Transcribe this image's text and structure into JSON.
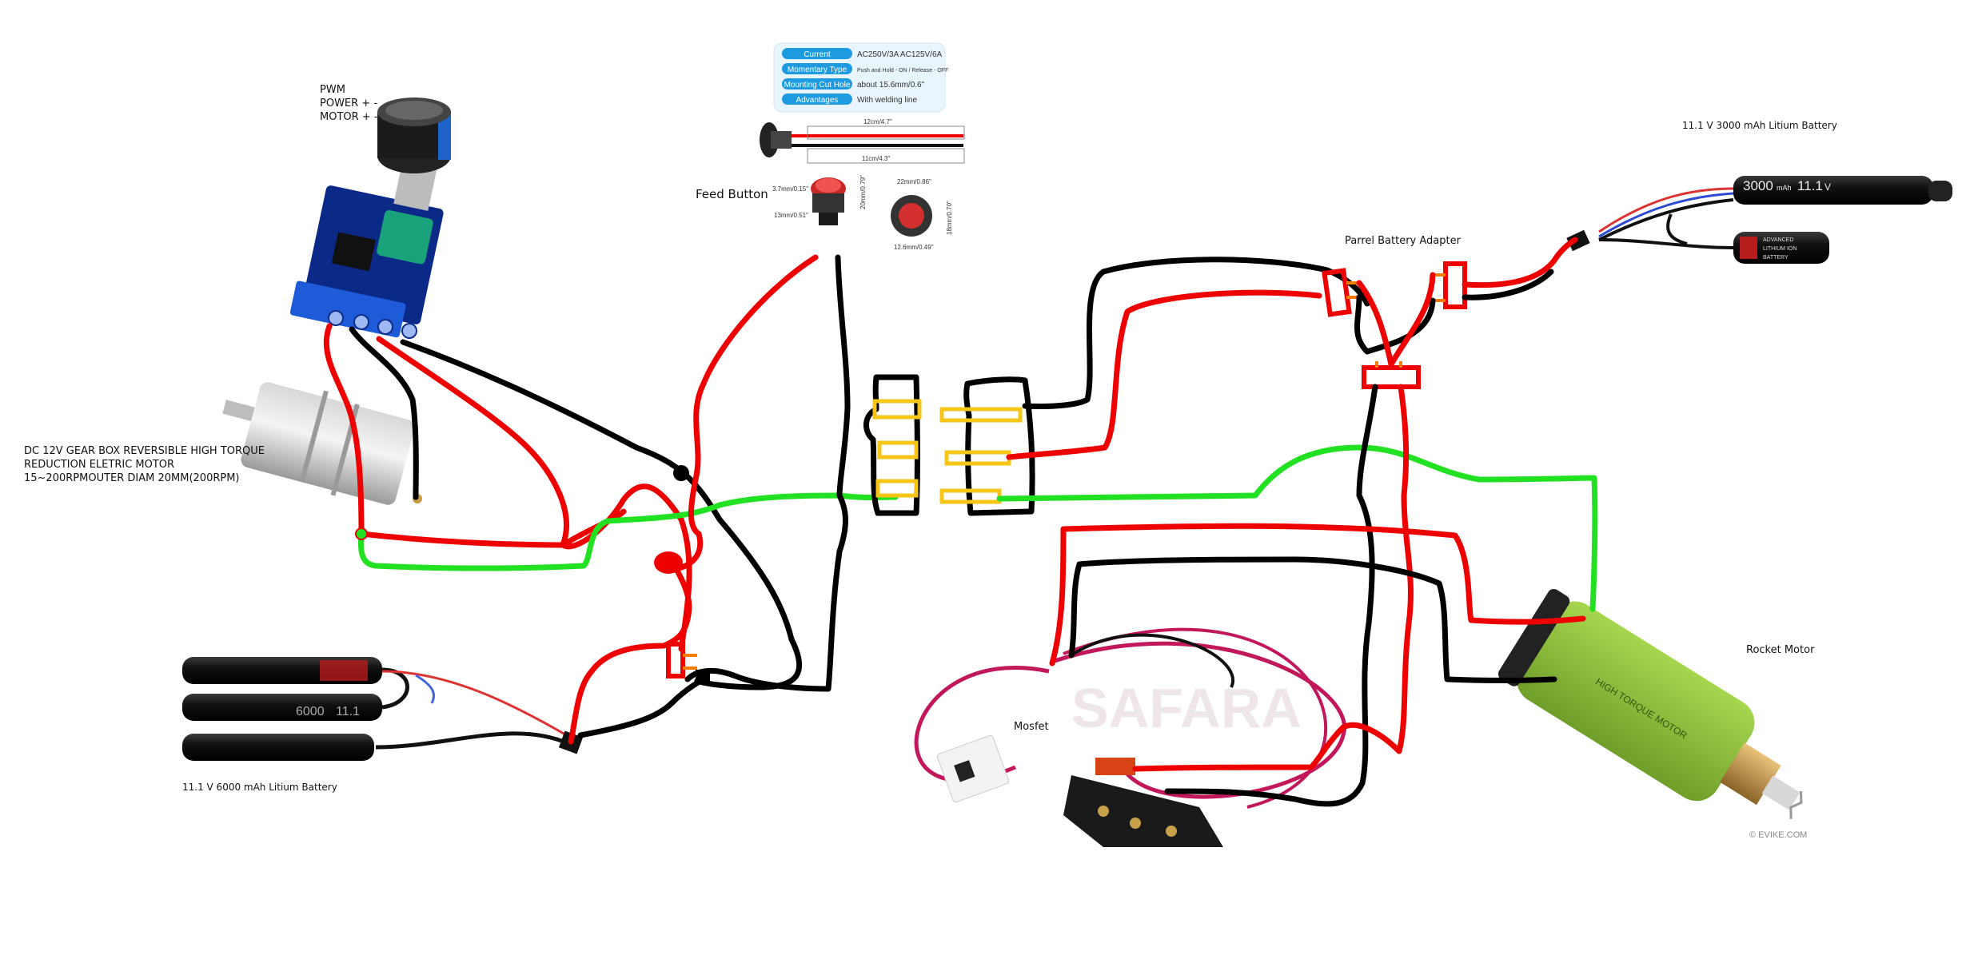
{
  "labels": {
    "pwm": [
      "PWM",
      "POWER + -",
      "MOTOR + -"
    ],
    "gear_motor": [
      "DC 12V GEAR BOX REVERSIBLE HIGH TORQUE",
      "REDUCTION ELETRIC MOTOR",
      "15~200RPMOUTER DIAM 20MM(200RPM)"
    ],
    "battery_6000": "11.1 V 6000 mAh Litium Battery",
    "battery_3000": "11.1 V 3000 mAh Litium Battery",
    "feed_button": "Feed Button",
    "parrel_adapter": "Parrel Battery Adapter",
    "mosfet": "Mosfet",
    "rocket_motor": "Rocket Motor"
  },
  "spec_table": [
    {
      "label": "Current",
      "value": "AC250V/3A  AC125V/6A"
    },
    {
      "label": "Momentary Type",
      "value": "Push and Hold - ON / Release - OFF"
    },
    {
      "label": "Mounting Cut Hole",
      "value": "about 15.6mm/0.6\""
    },
    {
      "label": "Advantages",
      "value": "With welding line"
    }
  ],
  "button_dims": {
    "wire_red": "12cm/4.7\"",
    "wire_black": "11cm/4.3\"",
    "d1": "3.7mm/0.15\"",
    "d2": "13mm/0.51\"",
    "d3": "20mm/0.79\"",
    "d4": "22mm/0.86\"",
    "d5": "18mm/0.70\"",
    "d6": "12.6mm/0.49\""
  },
  "battery_3000_print": {
    "capacity": "3000",
    "unit": "mAh",
    "voltage": "11.1",
    "volt_unit": "V"
  },
  "battery_6000_print": {
    "capacity": "6000",
    "voltage": "11.1"
  },
  "small_battery_print": [
    "ADVANCED",
    "LITHIUM ION",
    "BATTERY"
  ],
  "watermark": "SAFARA",
  "rocket_print": "HIGH TORQUE MOTOR",
  "rocket_credit": "© EVIKE.COM",
  "colors": {
    "red_wire": "#ee0000",
    "black_wire": "#000000",
    "green_wire": "#22e022",
    "connector": "#f5c518",
    "spec_blue": "#1e9be0",
    "motor_green": "#8fc63f"
  }
}
